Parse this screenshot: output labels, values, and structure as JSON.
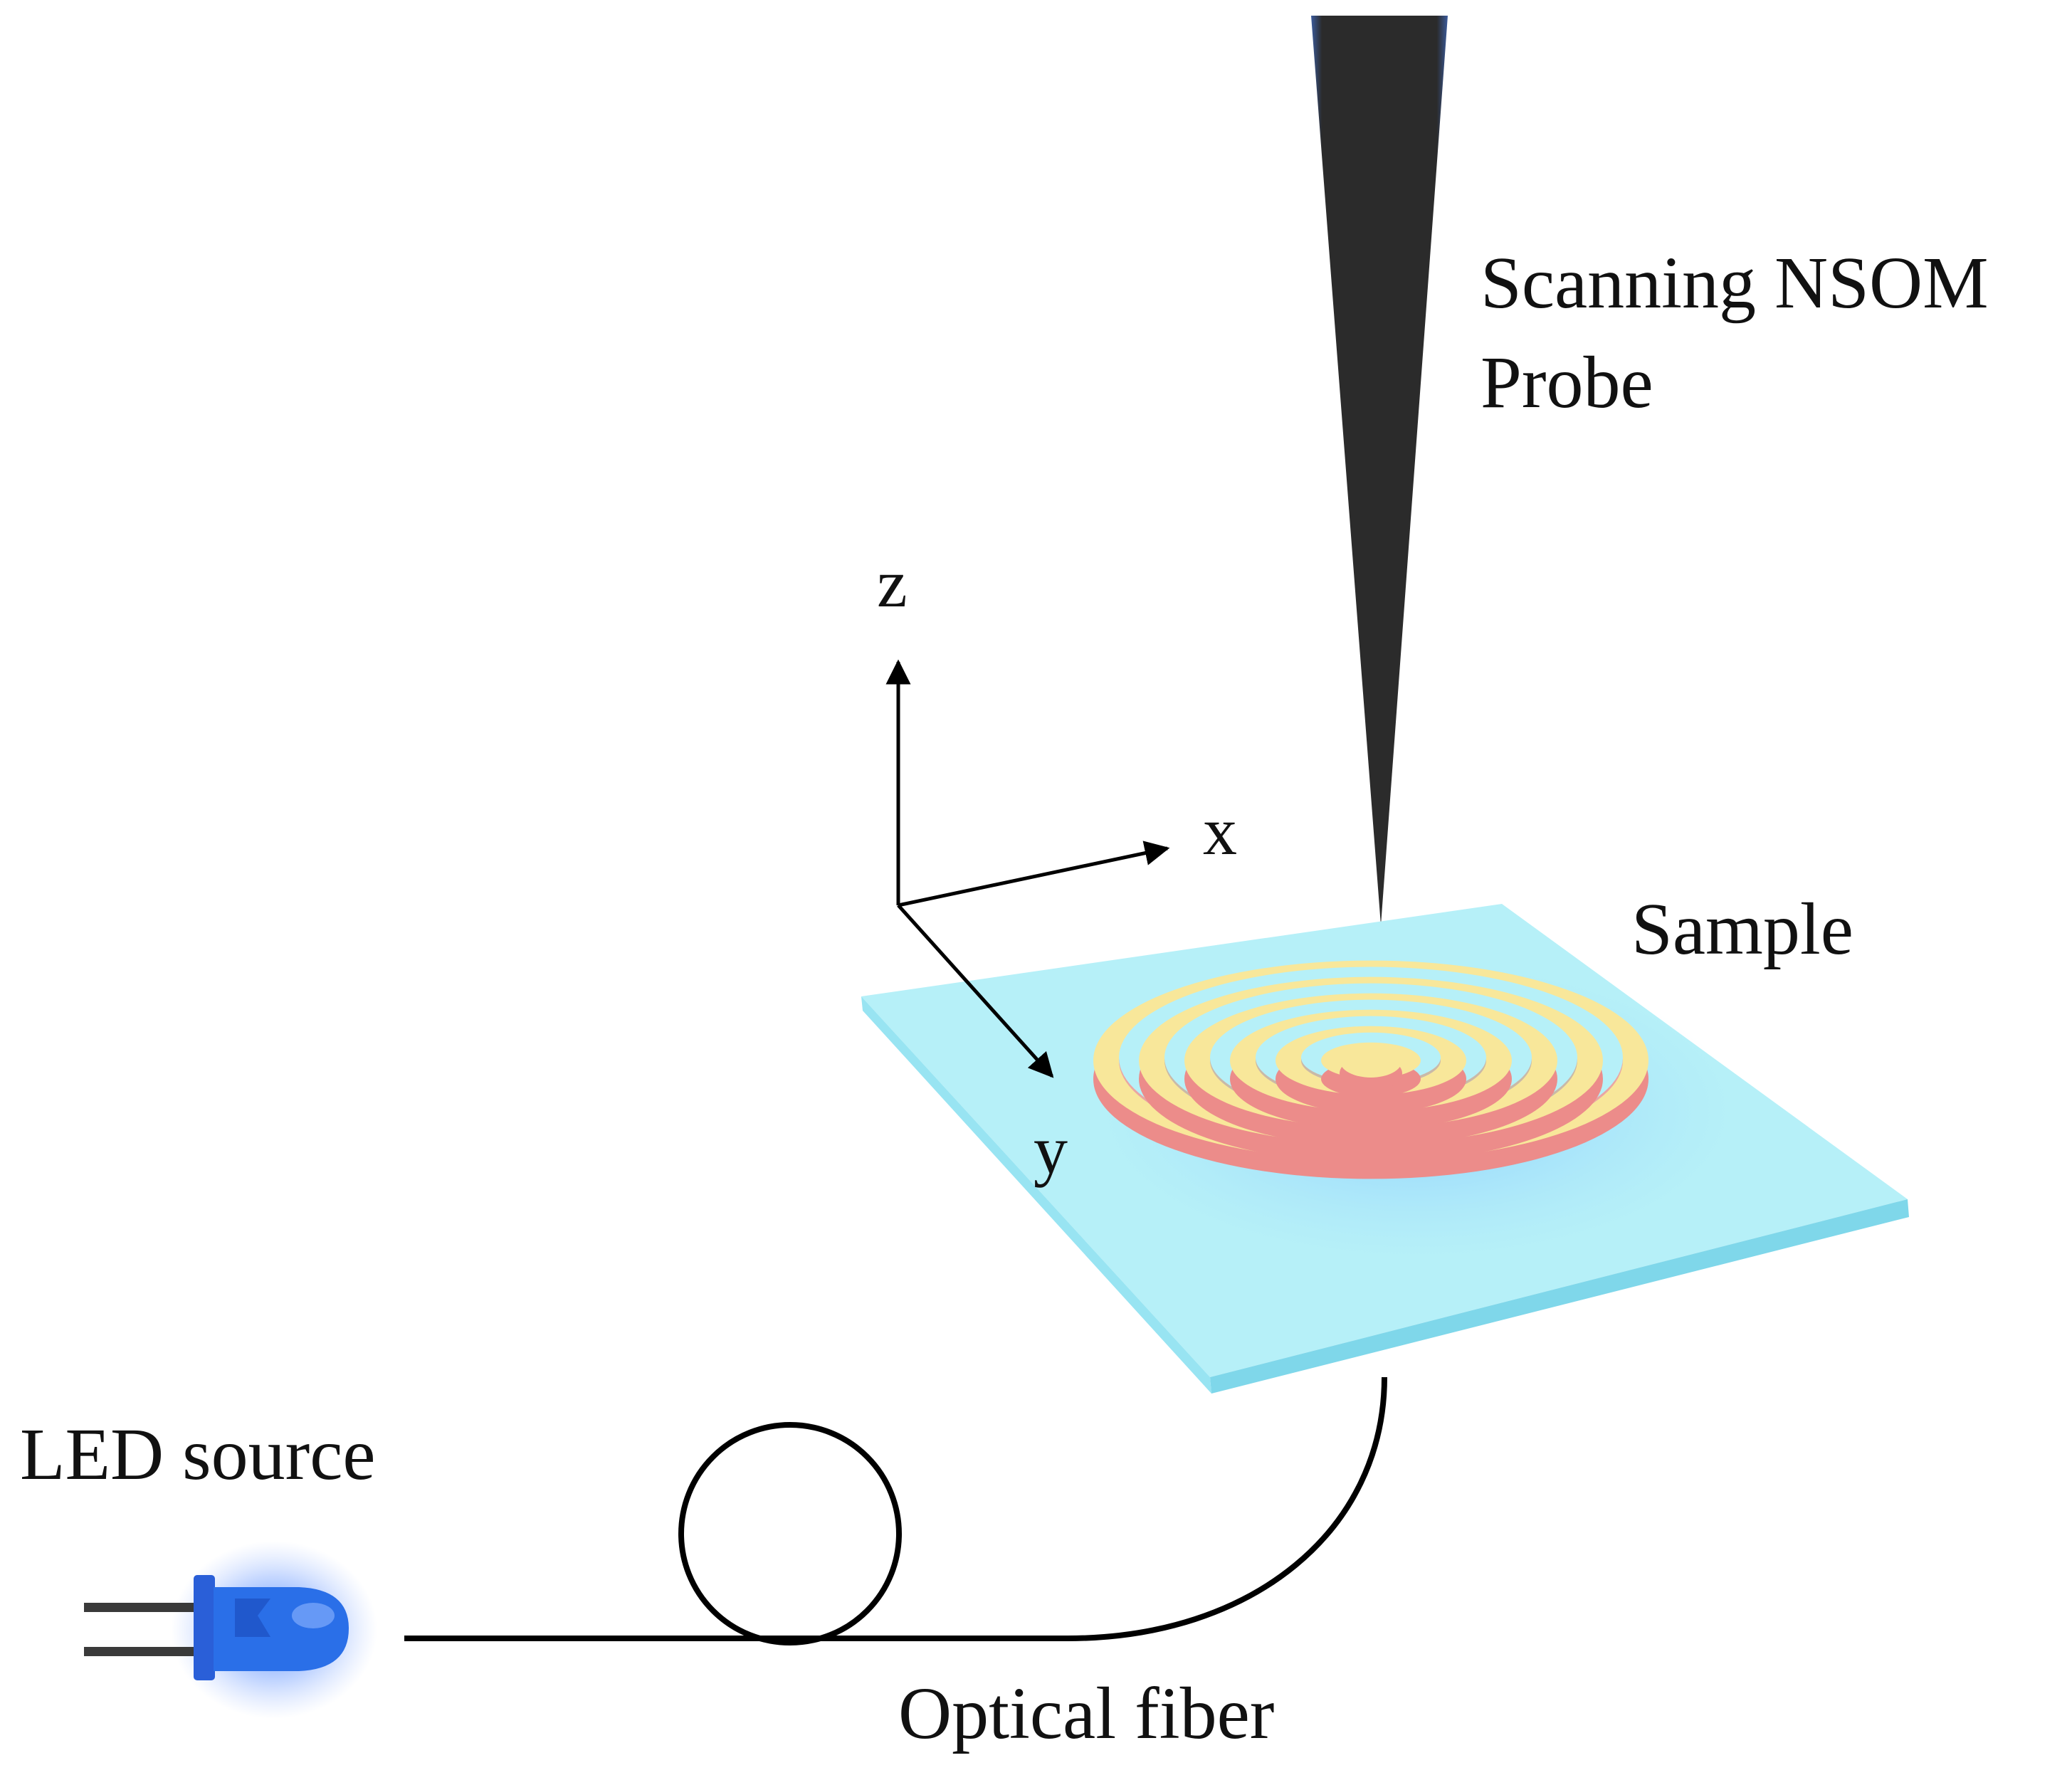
{
  "labels": {
    "probe_line1": "Scanning NSOM",
    "probe_line2": "Probe",
    "sample": "Sample",
    "led": "LED source",
    "fiber": "Optical fiber"
  },
  "axes": {
    "z": "z",
    "x": "x",
    "y": "y"
  },
  "colors": {
    "probe": "#2b2b2b",
    "probe_edge": "#3a5a9a",
    "substrate_top": "#b6f0f8",
    "substrate_edge": "#7fd7ea",
    "ring_top": "#f8e79a",
    "ring_side": "#ec8c8a",
    "led_blue": "#2a6fe8",
    "fiber": "#000000"
  },
  "icons": {
    "probe": "nsom-probe-tip",
    "sample": "concentric-ring-sample",
    "led": "led-icon",
    "fiber": "fiber-loop"
  },
  "ring_count": 6
}
